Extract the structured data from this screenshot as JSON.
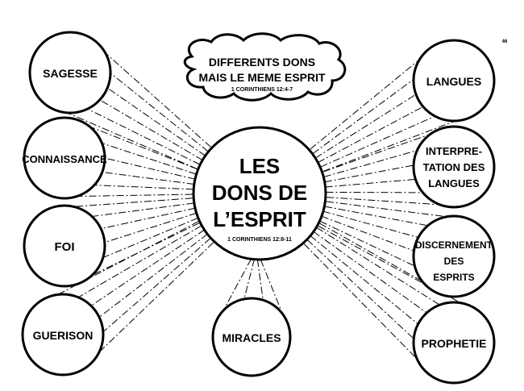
{
  "page_number": "46",
  "cloud": {
    "line1": "DIFFERENTS DONS",
    "line2": "MAIS LE MEME ESPRIT",
    "reference": "1 CORINTHIENS 12:4-7"
  },
  "center": {
    "line1": "LES",
    "line2": "DONS DE",
    "line3": "L’ESPRIT",
    "reference": "1 CORINTHIENS 12:8-11"
  },
  "gifts": {
    "sagesse": "SAGESSE",
    "connaissance": "CONNAISSANCE",
    "foi": "FOI",
    "guerison": "GUERISON",
    "miracles": "MIRACLES",
    "langues": "LANGUES",
    "interpretation_1": "INTERPRE-",
    "interpretation_2": "TATION DES",
    "interpretation_3": "LANGUES",
    "discernement_1": "DISCERNEMENT",
    "discernement_2": "DES",
    "discernement_3": "ESPRITS",
    "prophetie": "PROPHETIE"
  }
}
